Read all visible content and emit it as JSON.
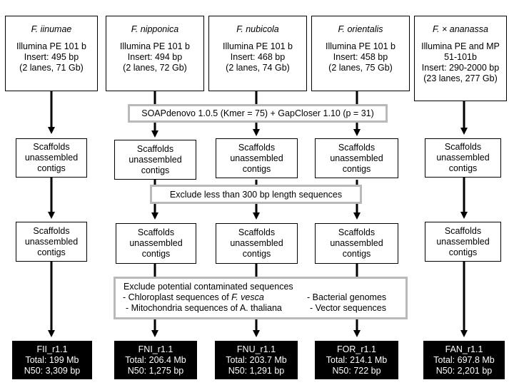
{
  "inputs": [
    {
      "species": "F. iinumae",
      "lines": [
        "Illumina PE 101 b",
        "Insert: 495 bp",
        "(2 lanes, 71 Gb)"
      ]
    },
    {
      "species": "F. nipponica",
      "lines": [
        "Illumina PE 101 b",
        "Insert: 494 bp",
        "(2 lanes, 72 Gb)"
      ]
    },
    {
      "species": "F. nubicola",
      "lines": [
        "Illumina PE 101 b",
        "Insert: 468 bp",
        "(2 lanes, 74 Gb)"
      ]
    },
    {
      "species": "F. orientalis",
      "lines": [
        "Illumina PE 101 b",
        "Insert: 458 bp",
        "(2 lanes, 75 Gb)"
      ]
    },
    {
      "species": "F. × ananassa",
      "lines": [
        "Illumina PE and MP",
        "51-101b",
        "Insert: 290-2000 bp",
        "(23 lanes, 277 Gb)"
      ]
    }
  ],
  "scaffold_box": [
    "Scaffolds",
    "unassembled",
    "contigs"
  ],
  "assembly_step": "SOAPdenovo 1.0.5 (Kmer = 75) + GapCloser 1.10 (p = 31)",
  "filter_step": "Exclude less than 300 bp length sequences",
  "contam_step": {
    "title": "Exclude potential contaminated sequences",
    "item1_prefix": "- Chloroplast sequences of ",
    "item1_species": "F. vesca",
    "item2": "- Mitochondria sequences of A. thaliana",
    "item3": "- Bacterial genomes",
    "item4": "- Vector sequences"
  },
  "outputs": [
    {
      "name": "FII_r1.1",
      "total": "Total: 199 Mb",
      "n50": "N50: 3,309 bp"
    },
    {
      "name": "FNI_r1.1",
      "total": "Total: 206.4 Mb",
      "n50": "N50: 1,275 bp"
    },
    {
      "name": "FNU_r1.1",
      "total": "Total: 203.7 Mb",
      "n50": "N50: 1,291 bp"
    },
    {
      "name": "FOR_r1.1",
      "total": "Total: 214.1 Mb",
      "n50": "N50: 722 bp"
    },
    {
      "name": "FAN_r1.1",
      "total": "Total: 697.8 Mb",
      "n50": "N50: 2,201 bp"
    }
  ]
}
